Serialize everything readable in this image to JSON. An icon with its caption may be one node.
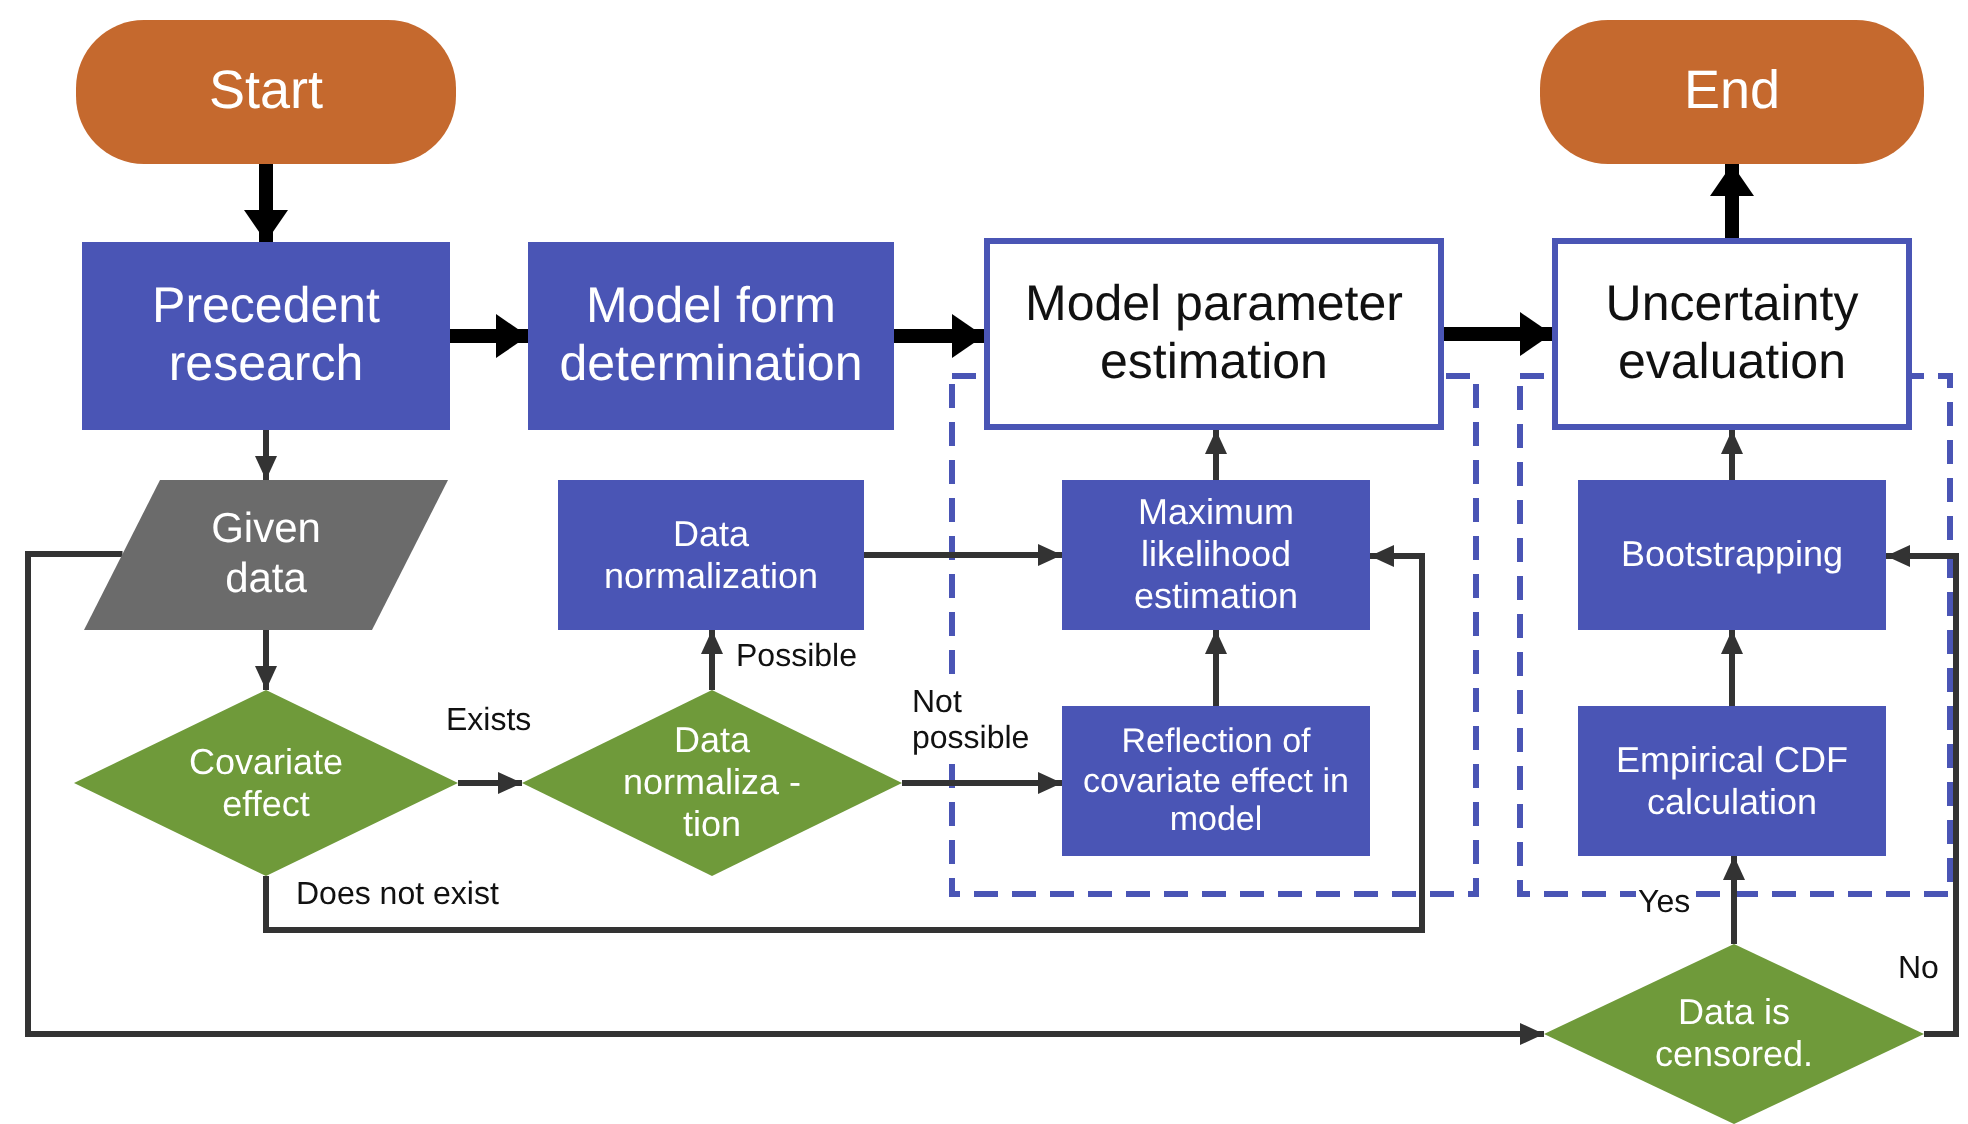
{
  "diagram": {
    "nodes": [
      {
        "text": [
          "Start"
        ]
      },
      {
        "text": [
          "End"
        ]
      },
      {
        "text": [
          "Precedent research"
        ]
      },
      {
        "text": [
          "Model form determination"
        ]
      },
      {
        "text": [
          "Model parameter estimation"
        ]
      },
      {
        "text": [
          "Uncertainty evaluation"
        ]
      },
      {
        "text": [
          "Given data"
        ]
      },
      {
        "text": [
          "Data normalization"
        ]
      },
      {
        "text": [
          "Maximum likelihood estimation"
        ]
      },
      {
        "text": [
          "Bootstrapping"
        ]
      },
      {
        "text": [
          "Covariate effect"
        ]
      },
      {
        "text": [
          "Data normaliza -tion"
        ]
      },
      {
        "text": [
          "Reflection of covariate effect in model"
        ]
      },
      {
        "text": [
          "Empirical CDF calculation"
        ]
      },
      {
        "text": [
          "Data is censored."
        ]
      }
    ],
    "edges": [
      {
        "from": 0,
        "to": 2,
        "arrow": "to",
        "style": "thick"
      },
      {
        "from": 2,
        "to": 3,
        "arrow": "to",
        "style": "thick"
      },
      {
        "from": 3,
        "to": 4,
        "arrow": "to",
        "style": "thick"
      },
      {
        "from": 4,
        "to": 5,
        "arrow": "to",
        "style": "thick"
      },
      {
        "from": 5,
        "to": 1,
        "arrow": "to",
        "style": "thick"
      },
      {
        "from": 2,
        "to": 6,
        "arrow": "to"
      },
      {
        "from": 6,
        "to": 10,
        "arrow": "to"
      },
      {
        "from": 10,
        "to": 11,
        "arrow": "to",
        "label": "Exists"
      },
      {
        "from": 11,
        "to": 7,
        "arrow": "to",
        "label": "Possible"
      },
      {
        "from": 11,
        "to": 12,
        "arrow": "to",
        "label": "Not possible"
      },
      {
        "from": 7,
        "to": 8,
        "arrow": "to"
      },
      {
        "from": 12,
        "to": 8,
        "arrow": "to"
      },
      {
        "from": 8,
        "to": 4,
        "arrow": "to"
      },
      {
        "from": 10,
        "to": 8,
        "arrow": "to",
        "label": "Does not exist"
      },
      {
        "from": 6,
        "to": 14,
        "arrow": "to"
      },
      {
        "from": 14,
        "to": 13,
        "arrow": "to",
        "label": "Yes"
      },
      {
        "from": 13,
        "to": 9,
        "arrow": "to"
      },
      {
        "from": 9,
        "to": 5,
        "arrow": "to"
      },
      {
        "from": 14,
        "to": 9,
        "arrow": "to",
        "label": "No"
      }
    ]
  }
}
